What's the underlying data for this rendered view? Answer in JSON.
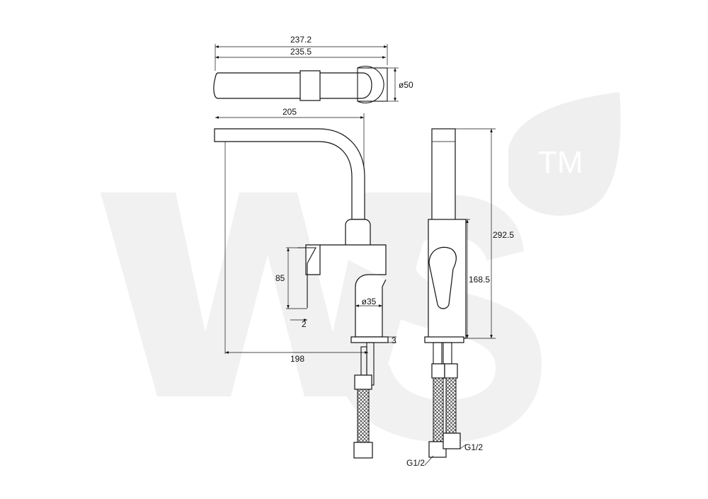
{
  "logo": {
    "letters": "WS",
    "trademark": "TM",
    "watermark_color": "#f0f0f0"
  },
  "dimensions": {
    "total_length": "237.2",
    "handle_length": "235.5",
    "base_diameter": "ø50",
    "spout_reach": "205",
    "handle_height": "85",
    "handle_offset": "2",
    "body_diameter": "ø35",
    "base_thickness": "3",
    "spout_projection": "198",
    "total_height": "292.5",
    "body_height": "168.5",
    "connection_left": "G1/2",
    "connection_right": "G1/2"
  },
  "colors": {
    "line": "#111111",
    "background": "#ffffff"
  }
}
